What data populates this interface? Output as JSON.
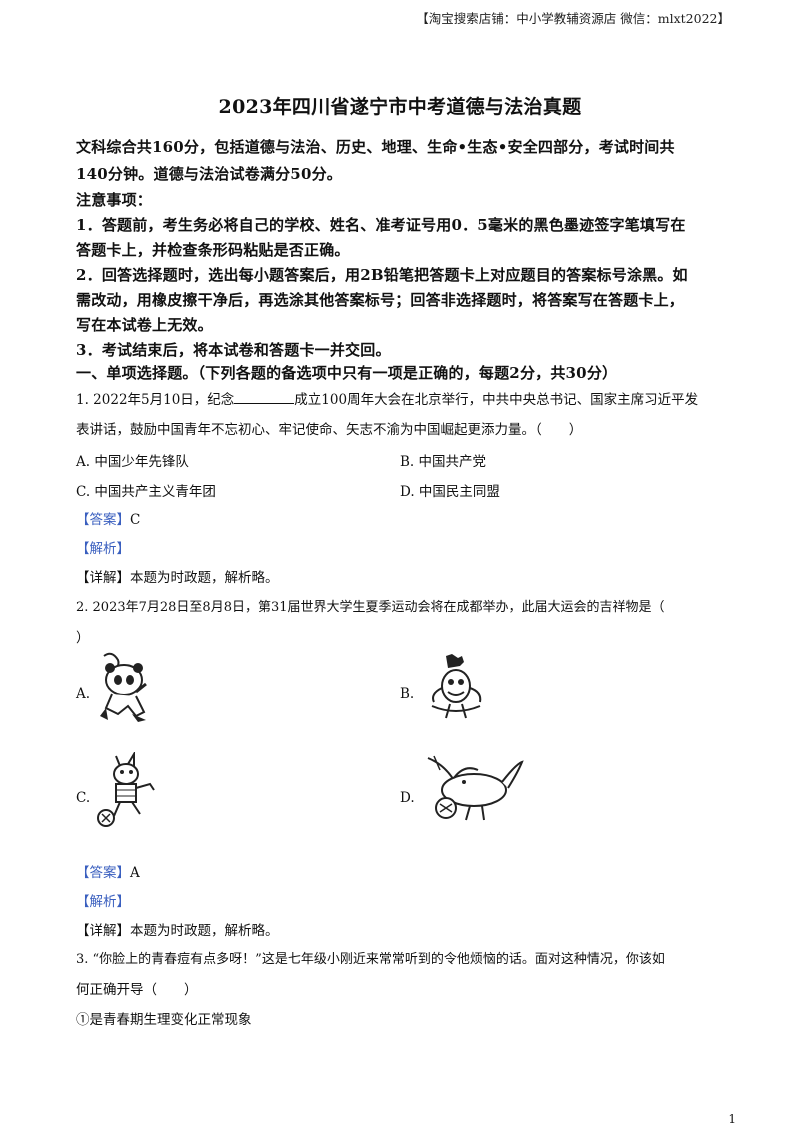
{
  "header_note": "【淘宝搜索店铺：中小学教辅资源店  微信：mlxt2022】",
  "title": "2023年四川省遂宁市中考道德与法治真题",
  "intro": [
    "文科综合共160分，包括道德与法治、历史、地理、生命•生态•安全四部分，考试时间共",
    "140分钟。道德与法治试卷满分50分。"
  ],
  "notice_heading": "注意事项：",
  "notices": [
    "1．答题前，考生务必将自己的学校、姓名、准考证号用0．5毫米的黑色墨迹签字笔填写在",
    "答题卡上，并检查条形码粘贴是否正确。",
    "2．回答选择题时，选出每小题答案后，用2B铅笔把答题卡上对应题目的答案标号涂黑。如",
    "需改动，用橡皮擦干净后，再选涂其他答案标号；回答非选择题时，将答案写在答题卡上，",
    "写在本试卷上无效。",
    "3．考试结束后，将本试卷和答题卡一并交回。"
  ],
  "section_heading": "一、单项选择题。（下列各题的备选项中只有一项是正确的，每题2分，共30分）",
  "q1": {
    "line1_before": "1. 2022年5月10日，纪念",
    "line1_after": "成立100周年大会在北京举行，中共中央总书记、国家主席习近平发",
    "line2": "表讲话，鼓励中国青年不忘初心、牢记使命、矢志不渝为中国崛起更添力量。（　　）",
    "options": {
      "a": "A.  中国少年先锋队",
      "b": "B.  中国共产党",
      "c": "C.  中国共产主义青年团",
      "d": "D.  中国民主同盟"
    },
    "answer_tag": "【答案】",
    "answer": "C",
    "analysis_tag": "【解析】",
    "detail": "【详解】本题为时政题，解析略。"
  },
  "q2": {
    "line1": "2. 2023年7月28日至8月8日，第31届世界大学生夏季运动会将在成都举办，此届大运会的吉祥物是（",
    "line2": "）",
    "options": {
      "a": "A.",
      "b": "B.",
      "c": "C.",
      "d": "D."
    },
    "answer_tag": "【答案】",
    "answer": "A",
    "analysis_tag": "【解析】",
    "detail": "【详解】本题为时政题，解析略。"
  },
  "q3": {
    "line1": "3. “你脸上的青春痘有点多呀！”这是七年级小刚近来常常听到的令他烦恼的话。面对这种情况，你该如",
    "line2": "何正确开导（　　）",
    "item1": "①是青春期生理变化正常现象"
  },
  "page_number": "1"
}
